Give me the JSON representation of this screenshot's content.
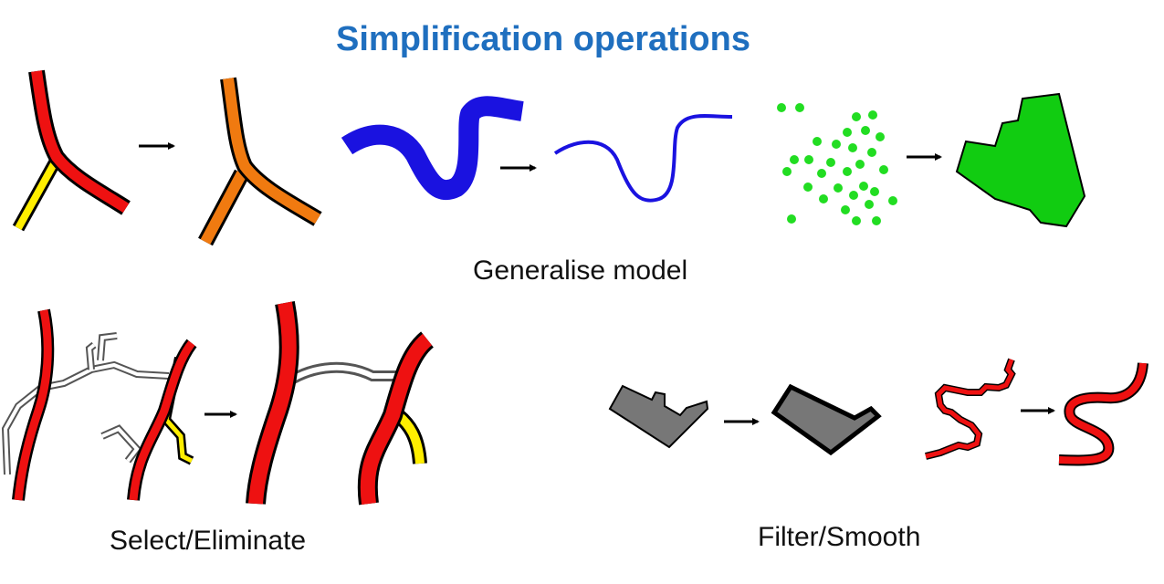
{
  "title": "Simplification operations",
  "captions": {
    "generalise": "Generalise model",
    "select": "Select/Eliminate",
    "filter": "Filter/Smooth"
  },
  "colors": {
    "title": "#1f6fbf",
    "road_red": "#ee1111",
    "road_yellow": "#ffee00",
    "road_orange": "#f07a10",
    "river_blue": "#1a12e0",
    "points_green": "#22dd22",
    "polygon_green": "#11cc11",
    "building_gray": "#777777",
    "track_white": "#ffffff"
  },
  "icons": {
    "arrow": "right-arrow-icon"
  }
}
